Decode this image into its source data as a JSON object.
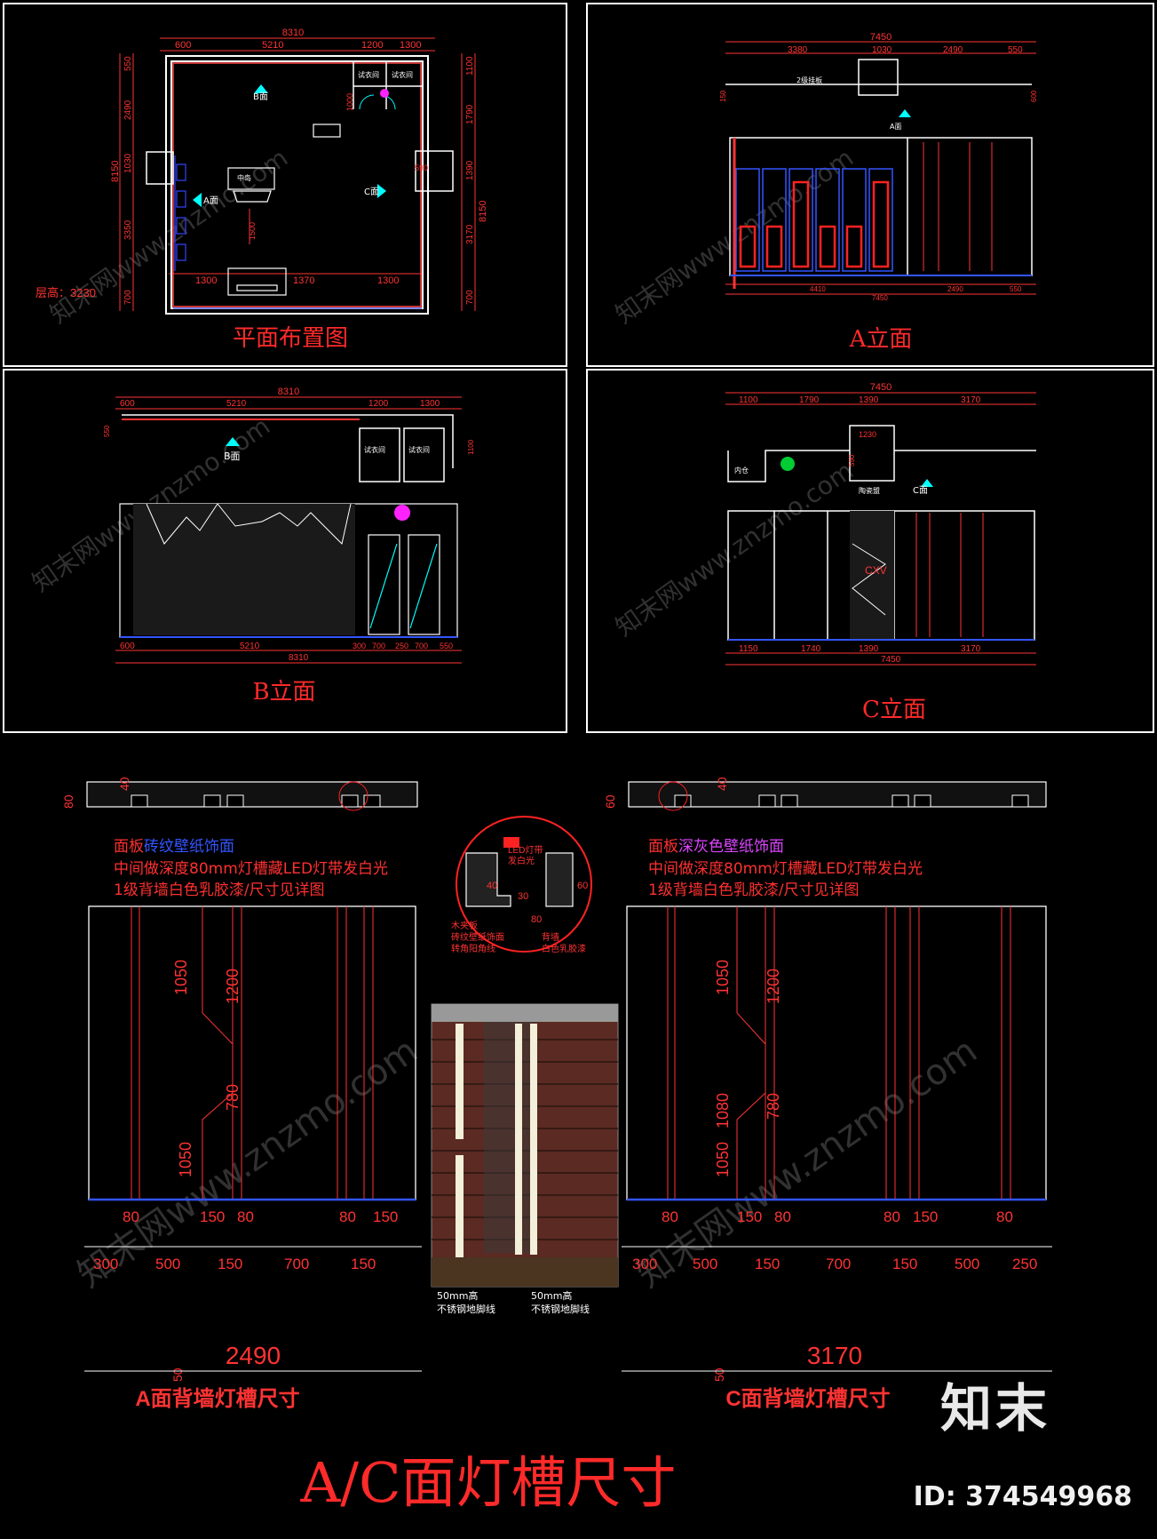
{
  "panels": {
    "plan": {
      "title": "平面布置图",
      "total_width": "8310",
      "top_dims": [
        "600",
        "5210",
        "1200",
        "1300"
      ],
      "left_total": "8150",
      "left_dims": [
        "550",
        "2490",
        "1030",
        "3350",
        "700"
      ],
      "right_dims": [
        "1100",
        "1790",
        "1390",
        "3170",
        "700"
      ],
      "right_total": "8150",
      "bottom_dims": [
        "1300",
        "1370",
        "1300"
      ],
      "height_label": "层高：3230",
      "fitting_rooms": [
        "试衣间",
        "试衣间"
      ],
      "view_labels": [
        "B面",
        "A面",
        "C面"
      ],
      "inner_dims": [
        "1000",
        "1500",
        "590"
      ],
      "table_label": "中岛"
    },
    "a_elev": {
      "title": "A立面",
      "total_width": "7450",
      "top_dims": [
        "3380",
        "1030",
        "2490",
        "550"
      ],
      "bottom_dims": [
        "4410",
        "2490",
        "550"
      ],
      "bottom_total": "7450",
      "view_label": "A面",
      "side_dims": [
        "150",
        "600"
      ],
      "shelf_label": "2级挂板"
    },
    "b_elev": {
      "title": "B立面",
      "total_width": "8310",
      "top_dims": [
        "600",
        "5210",
        "1200",
        "1300"
      ],
      "bottom_dims": [
        "600",
        "5210",
        "300",
        "700",
        "250",
        "700",
        "550"
      ],
      "bottom_total": "8310",
      "fitting_rooms": [
        "试衣间",
        "试衣间"
      ],
      "view_label": "B面",
      "side_dims": [
        "550",
        "1100"
      ]
    },
    "c_elev": {
      "title": "C立面",
      "total_width": "7450",
      "top_dims": [
        "1100",
        "1790",
        "1390",
        "3170"
      ],
      "inner_dims": [
        "1230",
        "590"
      ],
      "bottom_dims": [
        "1150",
        "1740",
        "1390",
        "3170"
      ],
      "bottom_total": "7450",
      "view_label": "C面",
      "room_labels": [
        "内仓",
        "陶瓷盟"
      ],
      "logo_text": "CXV"
    }
  },
  "detail": {
    "title": "A/C面灯槽尺寸",
    "a_wall": {
      "caption": "A面背墙灯槽尺寸",
      "width": "2490",
      "note_line1_a": "面板",
      "note_line1_b": "砖纹壁纸饰面",
      "note_line2": "中间做深度80mm灯槽藏LED灯带发白光",
      "note_line3": "1级背墙白色乳胶漆/尺寸见详图",
      "top_dims": [
        "80",
        "40"
      ],
      "vert_dims": [
        "1050",
        "1200",
        "780",
        "1050"
      ],
      "slot_dims": [
        "80",
        "150",
        "80",
        "80",
        "150"
      ],
      "bottom_dims": [
        "300",
        "500",
        "150",
        "700",
        "150"
      ],
      "base_dim": "50"
    },
    "c_wall": {
      "caption": "C面背墙灯槽尺寸",
      "width": "3170",
      "note_line1_a": "面板",
      "note_line1_b": "深灰色壁纸饰面",
      "note_line2": "中间做深度80mm灯槽藏LED灯带发白光",
      "note_line3": "1级背墙白色乳胶漆/尺寸见详图",
      "top_dims": [
        "60",
        "40"
      ],
      "vert_dims": [
        "1050",
        "1200",
        "1080",
        "780",
        "1050"
      ],
      "slot_dims": [
        "80",
        "150",
        "80",
        "80",
        "150",
        "80"
      ],
      "bottom_dims": [
        "300",
        "500",
        "150",
        "700",
        "150",
        "500",
        "250"
      ],
      "base_dim": "50"
    },
    "callout": {
      "led": "LED灯带",
      "led2": "发白光",
      "dims": [
        "40",
        "30",
        "60",
        "80"
      ],
      "left_note": [
        "木夹板",
        "砖纹壁纸饰面",
        "转角阳角线"
      ],
      "right_note": [
        "背墙",
        "白色乳胶漆"
      ]
    },
    "render_notes": [
      "50mm高",
      "不锈钢地脚线",
      "50mm高",
      "不锈钢地脚线"
    ]
  },
  "watermark": "知末网www.znzmo.com",
  "logo": {
    "text": "知末",
    "id": "ID: 374549968"
  }
}
